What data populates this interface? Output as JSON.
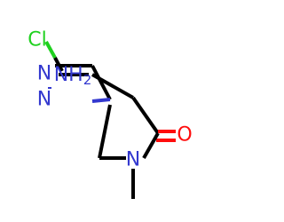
{
  "molecule": {
    "atoms": {
      "cl": {
        "symbol": "Cl",
        "color": "#1fd11f"
      },
      "n_ring_top": {
        "symbol": "N",
        "color": "#3338cf"
      },
      "n_ring_bottom": {
        "symbol": "N",
        "color": "#3338cf"
      },
      "nh2": {
        "symbol": "NH",
        "subscript": "2",
        "color": "#3338cf"
      },
      "oxygen": {
        "symbol": "O",
        "color": "#ff0d0d"
      },
      "n_amide": {
        "symbol": "N",
        "color": "#3338cf"
      }
    },
    "bond_color": "#000000"
  }
}
